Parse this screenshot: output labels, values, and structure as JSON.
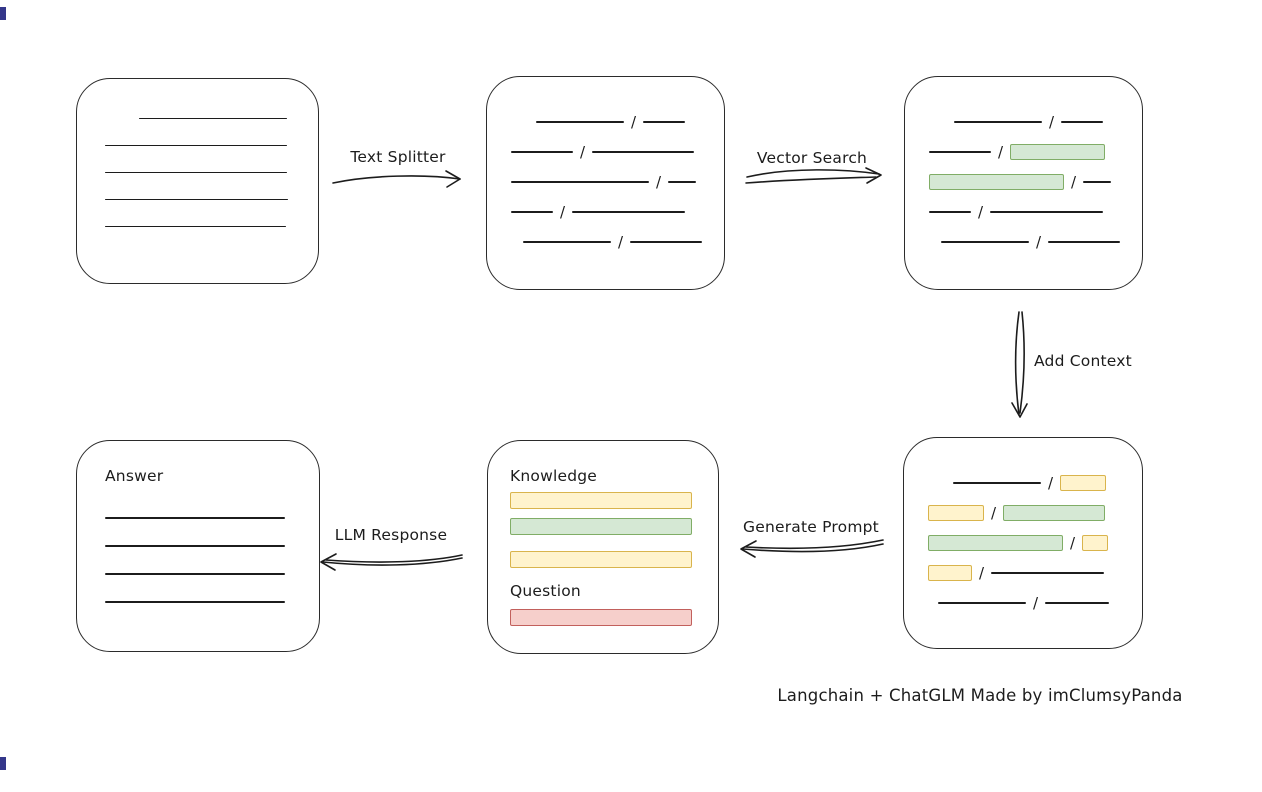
{
  "page": {
    "caption": "Langchain + ChatGLM Made by imClumsyPanda"
  },
  "labels": {
    "text_splitter": "Text Splitter",
    "vector_search": "Vector Search",
    "add_context": "Add Context",
    "generate_prompt": "Generate Prompt",
    "llm_response": "LLM Response",
    "knowledge": "Knowledge",
    "question": "Question",
    "answer": "Answer"
  },
  "colors": {
    "ink": "#1c1c1c",
    "green_fill": "#d5e8d4",
    "green_stroke": "#80ad66",
    "yellow_fill": "#fff3cd",
    "yellow_stroke": "#d9b44c",
    "red_fill": "#f6cfcb",
    "red_stroke": "#c2605c"
  },
  "boxes": {
    "document": {
      "rows": [
        {
          "pad": 34,
          "segs": [
            {
              "k": "line",
              "w": 148
            }
          ]
        },
        {
          "segs": [
            {
              "k": "line",
              "w": 182
            }
          ]
        },
        {
          "segs": [
            {
              "k": "line",
              "w": 182
            }
          ]
        },
        {
          "segs": [
            {
              "k": "line",
              "w": 183
            }
          ]
        },
        {
          "segs": [
            {
              "k": "line",
              "w": 181
            }
          ]
        }
      ]
    },
    "chunks": {
      "rows": [
        {
          "pad": 25,
          "segs": [
            {
              "k": "line",
              "w": 88
            },
            {
              "k": "line",
              "w": 42
            }
          ]
        },
        {
          "segs": [
            {
              "k": "line",
              "w": 62
            },
            {
              "k": "line",
              "w": 102
            }
          ]
        },
        {
          "segs": [
            {
              "k": "line",
              "w": 138
            },
            {
              "k": "line",
              "w": 28
            }
          ]
        },
        {
          "segs": [
            {
              "k": "line",
              "w": 42
            },
            {
              "k": "line",
              "w": 113
            }
          ]
        },
        {
          "pad": 12,
          "segs": [
            {
              "k": "line",
              "w": 88
            },
            {
              "k": "line",
              "w": 72
            }
          ]
        }
      ]
    },
    "chunks_matched": {
      "rows": [
        {
          "pad": 25,
          "segs": [
            {
              "k": "line",
              "w": 88
            },
            {
              "k": "line",
              "w": 42
            }
          ]
        },
        {
          "segs": [
            {
              "k": "line",
              "w": 62
            },
            {
              "k": "green",
              "w": 95
            }
          ]
        },
        {
          "segs": [
            {
              "k": "green",
              "w": 135
            },
            {
              "k": "line",
              "w": 28
            }
          ]
        },
        {
          "segs": [
            {
              "k": "line",
              "w": 42
            },
            {
              "k": "line",
              "w": 113
            }
          ]
        },
        {
          "pad": 12,
          "segs": [
            {
              "k": "line",
              "w": 88
            },
            {
              "k": "line",
              "w": 72
            }
          ]
        }
      ]
    },
    "chunks_context": {
      "rows": [
        {
          "pad": 25,
          "segs": [
            {
              "k": "line",
              "w": 88
            },
            {
              "k": "yellow",
              "w": 46
            }
          ]
        },
        {
          "segs": [
            {
              "k": "yellow",
              "w": 56
            },
            {
              "k": "green",
              "w": 102
            }
          ]
        },
        {
          "segs": [
            {
              "k": "green",
              "w": 135
            },
            {
              "k": "yellow",
              "w": 26
            }
          ]
        },
        {
          "segs": [
            {
              "k": "yellow",
              "w": 44
            },
            {
              "k": "line",
              "w": 113
            }
          ]
        },
        {
          "pad": 10,
          "segs": [
            {
              "k": "line",
              "w": 88
            },
            {
              "k": "line",
              "w": 64
            }
          ]
        }
      ]
    },
    "prompt": {
      "knowledge_rows": [
        {
          "mt": 6,
          "segs": [
            {
              "k": "yellow",
              "w": 182,
              "h": 17
            }
          ]
        },
        {
          "mt": 9,
          "segs": [
            {
              "k": "green",
              "w": 182,
              "h": 17
            }
          ]
        },
        {
          "mt": 16,
          "segs": [
            {
              "k": "yellow",
              "w": 182,
              "h": 17
            }
          ]
        }
      ],
      "question_rows": [
        {
          "mt": 8,
          "segs": [
            {
              "k": "red",
              "w": 182,
              "h": 17
            }
          ]
        }
      ]
    },
    "answer": {
      "rows": [
        {
          "segs": [
            {
              "k": "line",
              "w": 180
            }
          ]
        },
        {
          "segs": [
            {
              "k": "line",
              "w": 180
            }
          ]
        },
        {
          "segs": [
            {
              "k": "line",
              "w": 180
            }
          ]
        },
        {
          "segs": [
            {
              "k": "line",
              "w": 180
            }
          ]
        }
      ]
    }
  }
}
